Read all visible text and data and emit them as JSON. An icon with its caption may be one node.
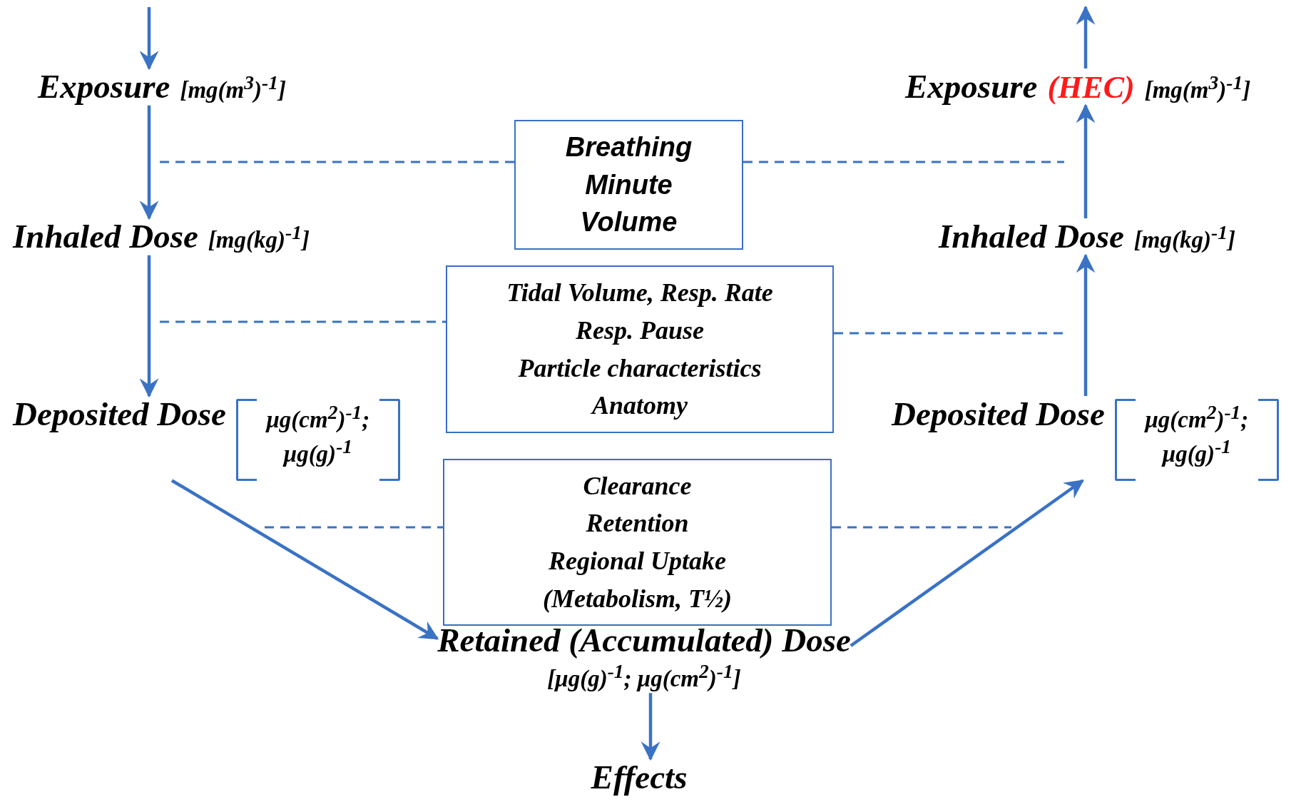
{
  "diagram": {
    "nodes": [
      {
        "text": [
          "Exposure",
          "[mg(m$^{3}$)$^{-1}$]"
        ]
      },
      {
        "text": [
          "Exposure",
          "(HEC)",
          "[mg(m$^{3}$)$^{-1}$]"
        ]
      },
      {
        "text": [
          "Breathing Minute Volume"
        ]
      },
      {
        "text": [
          "Inhaled Dose",
          "[mg(kg)$^{-1}$]"
        ]
      },
      {
        "text": [
          "Inhaled Dose",
          "[mg(kg)$^{-1}$]"
        ]
      },
      {
        "text": [
          "Tidal Volume, Resp. Rate",
          "Resp. Pause",
          "Particle characteristics",
          "Anatomy"
        ]
      },
      {
        "text": [
          "Deposited Dose",
          "μg(cm$^{2}$)$^{-1}$; μg(g)$^{-1}$"
        ]
      },
      {
        "text": [
          "Deposited Dose",
          "μg(cm$^{2}$)$^{-1}$; μg(g)$^{-1}$"
        ]
      },
      {
        "text": [
          "Clearance",
          "Retention",
          "Regional Uptake",
          "(Metabolism, T½)"
        ]
      },
      {
        "text": [
          "Retained (Accumulated) Dose",
          "[μg(g)$^{-1}$; μg(cm$^{2}$)$^{-1}$]"
        ]
      },
      {
        "text": [
          "Effects"
        ]
      }
    ],
    "edges": [
      {
        "from": null,
        "to": 0,
        "arrow": "to"
      },
      {
        "from": 0,
        "to": 3,
        "arrow": "to"
      },
      {
        "from": 3,
        "to": 6,
        "arrow": "to"
      },
      {
        "from": 6,
        "to": 9,
        "arrow": "to"
      },
      {
        "from": 9,
        "to": 10,
        "arrow": "to"
      },
      {
        "from": 9,
        "to": 7,
        "arrow": "to"
      },
      {
        "from": 7,
        "to": 4,
        "arrow": "to"
      },
      {
        "from": 4,
        "to": 1,
        "arrow": "to"
      },
      {
        "from": 1,
        "to": null,
        "arrow": "to"
      },
      {
        "from": null,
        "to": 2,
        "arrow": "none",
        "style": "dashed"
      },
      {
        "from": 2,
        "to": null,
        "arrow": "none",
        "style": "dashed"
      },
      {
        "from": null,
        "to": 5,
        "arrow": "none",
        "style": "dashed"
      },
      {
        "from": 5,
        "to": null,
        "arrow": "none",
        "style": "dashed"
      },
      {
        "from": null,
        "to": 8,
        "arrow": "none",
        "style": "dashed"
      },
      {
        "from": 8,
        "to": null,
        "arrow": "none",
        "style": "dashed"
      }
    ]
  }
}
